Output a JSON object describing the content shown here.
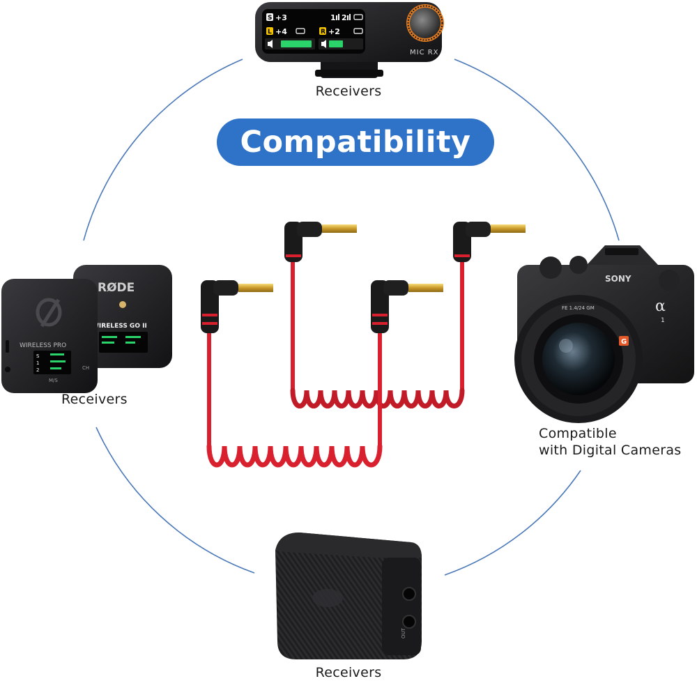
{
  "title": "Compatibility",
  "captions": {
    "top": "Receivers",
    "left": "Receivers",
    "right_line1": "Compatible",
    "right_line2": "with Digital Cameras",
    "bottom": "Receivers"
  },
  "devices": {
    "top_receiver": {
      "brand_label": "MIC RX",
      "screen_rows": [
        {
          "tag": "S",
          "value": "+3"
        },
        {
          "tag": "L",
          "value": "+4"
        },
        {
          "tag": "R",
          "value": "+2"
        }
      ],
      "channels": [
        "1",
        "2"
      ]
    },
    "left_receivers": {
      "front_label": "WIRELESS PRO",
      "back_brand": "RØDE",
      "back_label": "WIRELESS GO II",
      "screen_labels": [
        "S",
        "1",
        "2"
      ],
      "footer": "M/S",
      "footer_right": "CH"
    },
    "camera": {
      "brand": "SONY",
      "model_mark": "α",
      "model_number": "1",
      "lens_text": "FE 1.4/24 GM",
      "lens_badge": "G"
    },
    "bottom_receiver": {
      "jack_label": "OUT"
    }
  },
  "colors": {
    "pill": "#2f73c9",
    "circle": "#4a78b8",
    "cable": "#d8202e",
    "plug_gold": "#d9b13a",
    "device_dark": "#1c1c1e",
    "accent_orange": "#e07b22",
    "screen_green": "#2bd46b"
  },
  "icons": [
    "plug-icon",
    "volume-icon",
    "battery-icon",
    "signal-icon"
  ]
}
